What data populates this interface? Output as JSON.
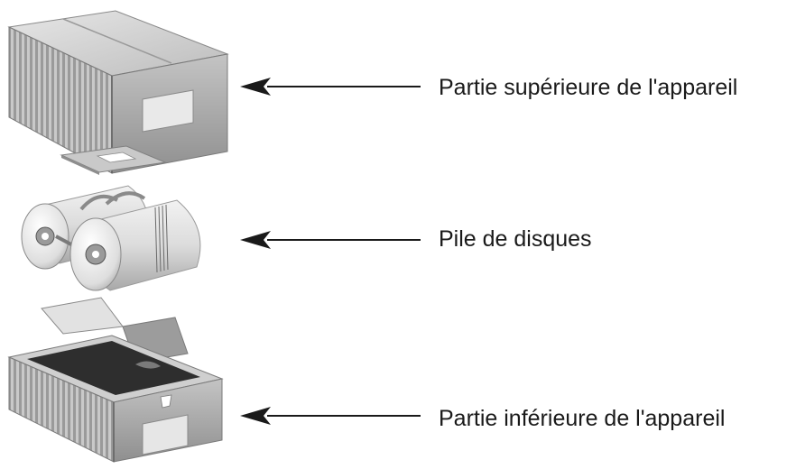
{
  "labels": {
    "top": "Partie supérieure de l'appareil",
    "middle": "Pile de disques",
    "bottom": "Partie inférieure de l'appareil"
  },
  "colors": {
    "arrow": "#1a1a1a",
    "part_light": "#d9d9d9",
    "part_mid": "#a8a8a8",
    "part_dark": "#6e6e6e"
  },
  "icons": {
    "top": "device-top-part-icon",
    "gasket": "gasket-plate-icon",
    "middle": "disk-stack-icon",
    "bottom": "device-bottom-part-icon"
  }
}
